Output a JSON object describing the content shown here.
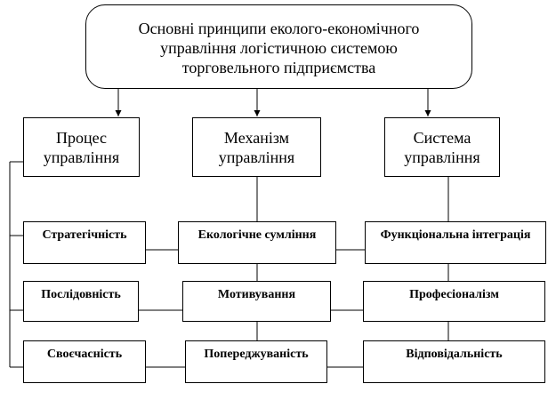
{
  "title": {
    "lines": [
      "Основні принципи еколого-економічного",
      "управління логістичною системою",
      "торговельного підприємства"
    ]
  },
  "categories": [
    {
      "lines": [
        "Процес",
        "управління"
      ]
    },
    {
      "lines": [
        "Механізм",
        "управління"
      ]
    },
    {
      "lines": [
        "Система",
        "управління"
      ]
    }
  ],
  "principles": {
    "process": [
      "Стратегічність",
      "Послідовність",
      "Своєчасність"
    ],
    "mechanism": [
      "Екологічне сумління",
      "Мотивування",
      "Попереджуваність"
    ],
    "system": [
      "Функціональна інтеграція",
      "Професіоналізм",
      "Відповідальність"
    ]
  }
}
